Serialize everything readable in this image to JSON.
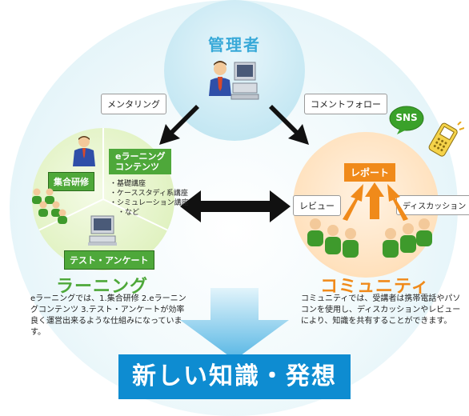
{
  "admin": {
    "title": "管理者"
  },
  "bubbles": {
    "mentoring": "メンタリング",
    "comment_follow": "コメントフォロー",
    "review": "レビュー",
    "discussion": "ディスカッション"
  },
  "learning": {
    "title": "ラーニング",
    "group_training": "集合研修",
    "elearning_contents": "eラーニング\nコンテンツ",
    "content_items": [
      "基礎講座",
      "ケーススタディ系講座",
      "シミュレーション講座",
      "など"
    ],
    "test_questionnaire": "テスト・アンケート",
    "description": "eラーニングでは、1.集合研修 2.eラーニングコンテンツ 3.テスト・アンケートが効率良く運営出来るような仕組みになっています。"
  },
  "community": {
    "title": "コミュニティ",
    "report": "レポート",
    "sns": "SNS",
    "description": "コミュニティでは、受講者は携帯電話やパソコンを使用し、ディスカッションやレビューにより、知識を共有することができます。"
  },
  "result": {
    "text": "新しい知識・発想"
  },
  "colors": {
    "admin_blue": "#38a9d8",
    "learning_green": "#4ea83a",
    "community_orange": "#f08a1a",
    "banner_blue": "#0e8cd1"
  },
  "icons": [
    "businessman-computer-icon",
    "person-icon",
    "group-icon",
    "computer-icon",
    "sns-bubble-icon",
    "mobile-phone-icon"
  ]
}
